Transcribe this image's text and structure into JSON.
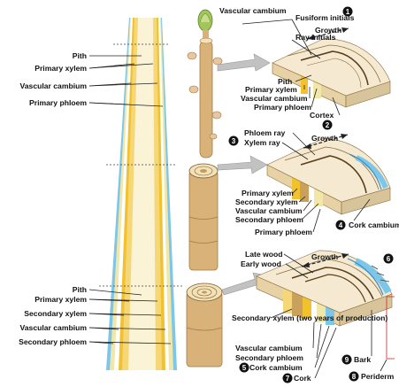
{
  "colors": {
    "pith": "#fbf3d6",
    "primary_xylem": "#f2c12e",
    "vascular_cambium": "#ffffff",
    "phloem": "#f0e7a8",
    "cortex": "#7cc6ea",
    "twig": "#d9b27a",
    "arrow": "#b8b8b8"
  },
  "column_labels": {
    "top": [
      "Pith",
      "Primary xylem",
      "Vascular cambium",
      "Primary phloem"
    ],
    "bottom": [
      "Pith",
      "Primary xylem",
      "Secondary xylem",
      "Vascular cambium",
      "Secondary phloem"
    ]
  },
  "stage1": {
    "top_labels": [
      "Vascular cambium",
      "Fusiform initials",
      "Ray initials"
    ],
    "growth": "Growth",
    "bottom_labels": [
      "Pith",
      "Primary xylem",
      "Vascular cambium",
      "Primary phloem",
      "Cortex"
    ],
    "numbers": [
      "1",
      "2"
    ]
  },
  "stage2": {
    "top_labels": [
      "Phloem ray",
      "Xylem ray"
    ],
    "growth": "Growth",
    "bottom_labels": [
      "Primary xylem",
      "Secondary xylem",
      "Vascular cambium",
      "Secondary phloem",
      "Primary phloem"
    ],
    "cork_cambium": "Cork cambium",
    "numbers": [
      "3",
      "4"
    ]
  },
  "stage3": {
    "top_labels": [
      "Late wood",
      "Early wood"
    ],
    "growth": "Growth",
    "bottom_labels": [
      "Secondary xylem (two years of production)",
      "Vascular cambium",
      "Secondary phloem",
      "Cork cambium",
      "Cork"
    ],
    "bark": "Bark",
    "periderm": "Periderm",
    "numbers": [
      "5",
      "6",
      "7",
      "8",
      "9"
    ]
  }
}
